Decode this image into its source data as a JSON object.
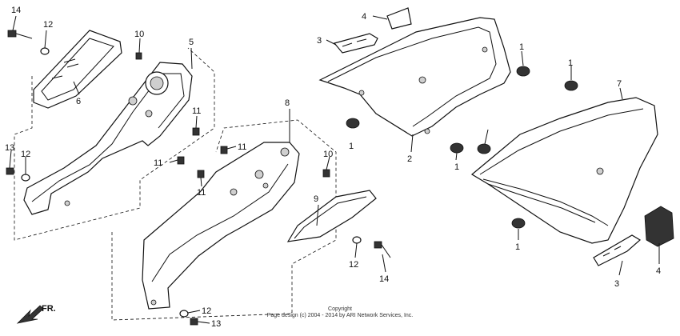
{
  "callouts": {
    "c1a": "1",
    "c1b": "1",
    "c1c": "1",
    "c1d": "1",
    "c1e": "1",
    "c2": "2",
    "c3a": "3",
    "c3b": "3",
    "c4a": "4",
    "c4b": "4",
    "c5": "5",
    "c6": "6",
    "c7": "7",
    "c8": "8",
    "c9": "9",
    "c10a": "10",
    "c10b": "10",
    "c11a": "11",
    "c11b": "11",
    "c11c": "11",
    "c11d": "11",
    "c12a": "12",
    "c12b": "12",
    "c12c": "12",
    "c12d": "12",
    "c13a": "13",
    "c13b": "13",
    "c14a": "14",
    "c14b": "14"
  },
  "direction_label": "FR.",
  "copyright": {
    "line1": "Copyright",
    "line2": "Page design (c) 2004 - 2014 by ARI Network Services, Inc."
  }
}
